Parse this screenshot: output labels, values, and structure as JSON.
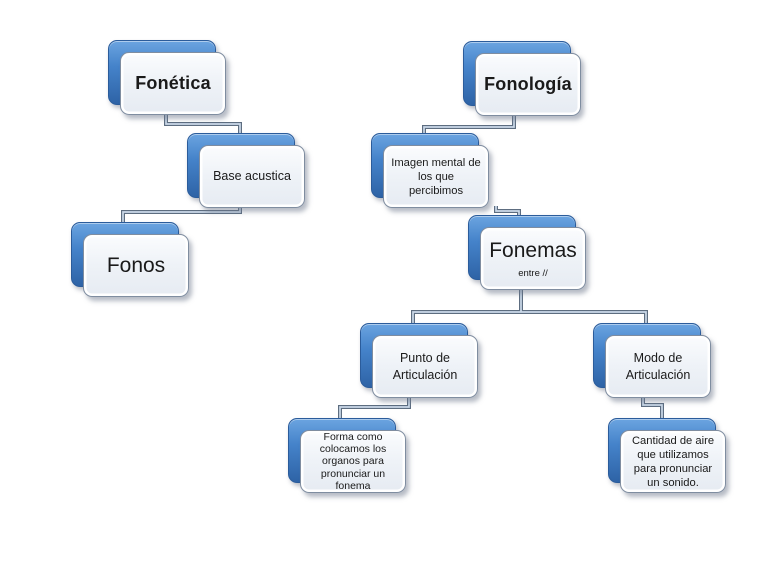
{
  "diagram": {
    "type": "concept-map",
    "nodes": {
      "fonetica": {
        "label": "Fonética"
      },
      "base_acustica": {
        "label": "Base acustica"
      },
      "fonos": {
        "label": "Fonos"
      },
      "fonologia": {
        "label": "Fonología"
      },
      "imagen_mental": {
        "label": "Imagen mental de\nlos que\npercibimos"
      },
      "fonemas": {
        "label": "Fonemas",
        "sublabel": "entre //"
      },
      "punto_articulacion": {
        "label": "Punto de\nArticulación"
      },
      "modo_articulacion": {
        "label": "Modo de\nArticulación"
      },
      "forma_como": {
        "label": "Forma como\ncolocamos los\norganos para\npronunciar un\nfonema"
      },
      "cantidad_aire": {
        "label": "Cantidad de aire\nque utilizamos\npara pronunciar\nun sonido."
      }
    },
    "edges": [
      {
        "from": "fonetica",
        "to": "base_acustica"
      },
      {
        "from": "base_acustica",
        "to": "fonos"
      },
      {
        "from": "fonologia",
        "to": "imagen_mental"
      },
      {
        "from": "imagen_mental",
        "to": "fonemas"
      },
      {
        "from": "fonemas",
        "to": "punto_articulacion"
      },
      {
        "from": "fonemas",
        "to": "modo_articulacion"
      },
      {
        "from": "punto_articulacion",
        "to": "forma_como"
      },
      {
        "from": "modo_articulacion",
        "to": "cantidad_aire"
      }
    ]
  },
  "colors": {
    "background": "#ffffff",
    "card_blue_top": "#6ba4e0",
    "card_blue_bottom": "#2e63a6",
    "card_blue_border": "#2b5c9b",
    "card_face_top": "#fbfcfe",
    "card_face_bottom": "#e6ebf2",
    "card_face_border": "#7f8da0",
    "connector_dark": "#5d6d80",
    "connector_light": "#ccdaea",
    "text": "#1a1a1a"
  }
}
